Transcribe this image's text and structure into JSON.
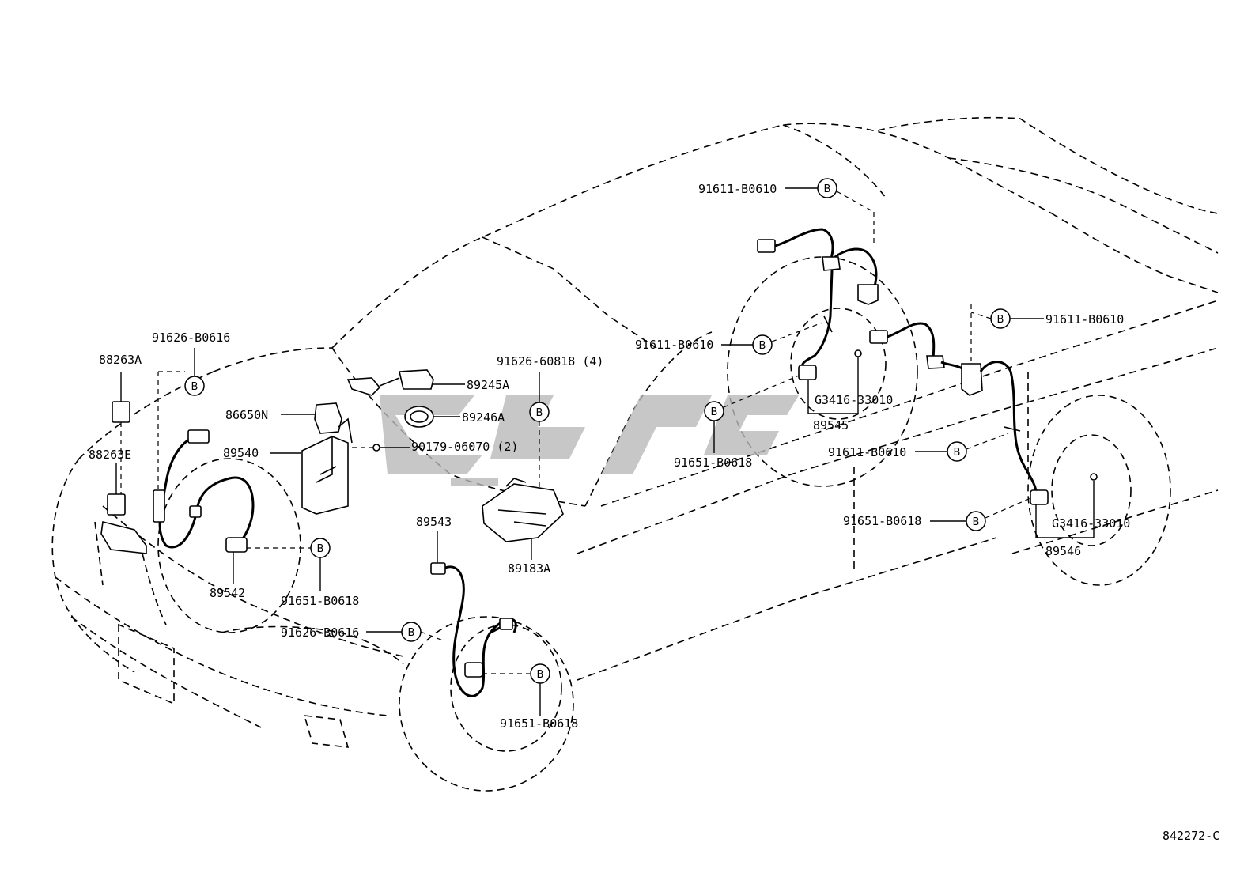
{
  "diagram_id": "842272-C",
  "bolt_symbol": "B",
  "watermark": "logo",
  "parts": {
    "p88263A": "88263A",
    "p88263E": "88263E",
    "p91626B0616_top": "91626-B0616",
    "p86650N": "86650N",
    "p89540": "89540",
    "p89245A": "89245A",
    "p89246A": "89246A",
    "p90179": "90179-06070 (2)",
    "p91626_60818": "91626-60818 (4)",
    "p89542": "89542",
    "p91651_fl": "91651-B0618",
    "p89543": "89543",
    "p89183A": "89183A",
    "p91626B0616_fr": "91626-B0616",
    "p91651_fr": "91651-B0618",
    "p91611_top": "91611-B0610",
    "p91611_mid": "91611-B0610",
    "pG3416_rl": "G3416-33010",
    "p89545": "89545",
    "p91651_rl": "91651-B0618",
    "p91611_right": "91611-B0610",
    "p91611_rr": "91611-B0610",
    "p91651_rr": "91651-B0618",
    "pG3416_rr": "G3416-33010",
    "p89546": "89546"
  }
}
